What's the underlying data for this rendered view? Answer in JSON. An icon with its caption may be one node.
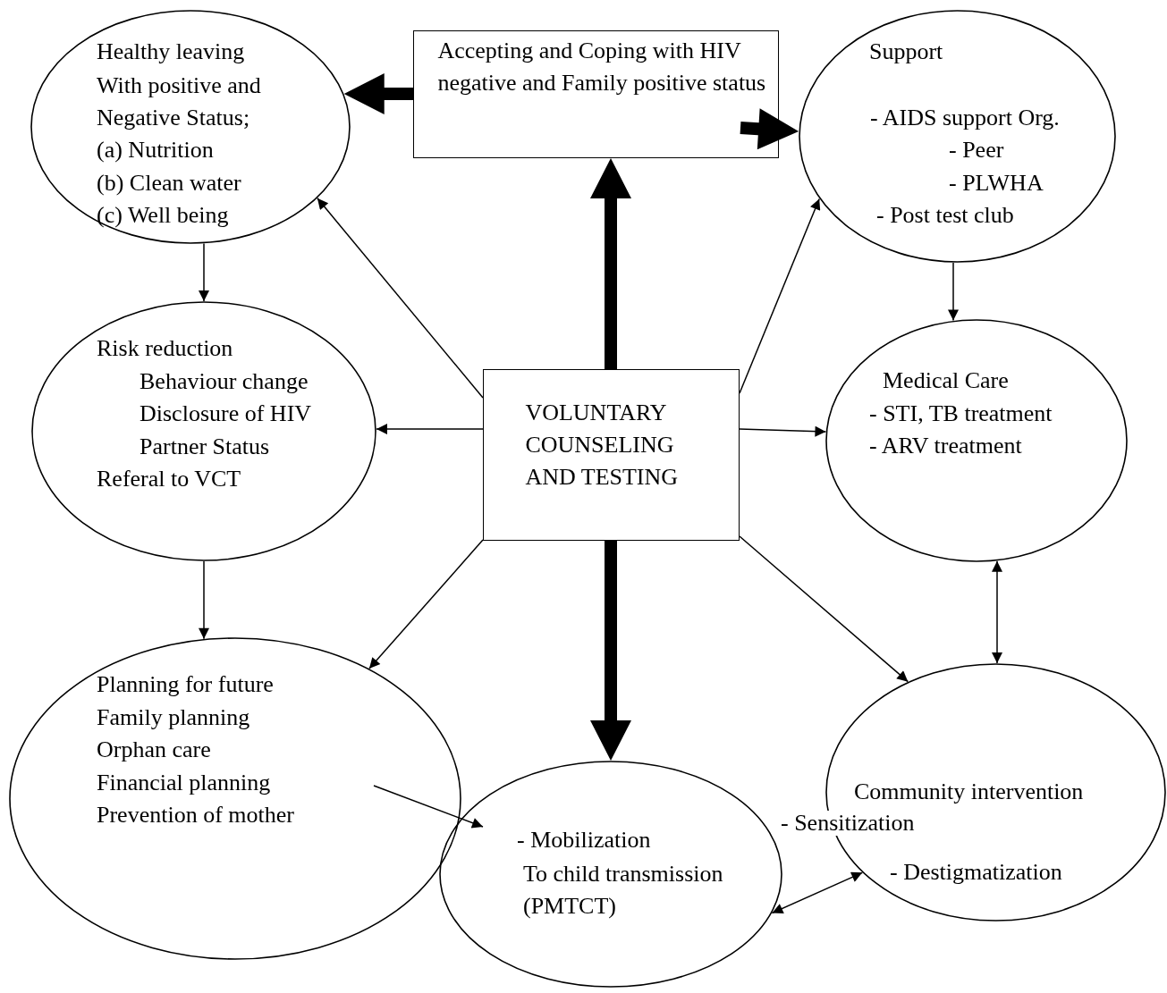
{
  "diagram": {
    "nodes": [
      {
        "text": [
          "Healthy leaving",
          "With positive and",
          "Negative Status;",
          "(a) Nutrition",
          "(b) Clean water",
          "(c) Well being"
        ]
      },
      {
        "text": [
          "Accepting and Coping with HIV negative and Family positive status"
        ]
      },
      {
        "text": [
          "Support",
          "- AIDS support Org.",
          "- Peer",
          "- PLWHA",
          "- Post test club"
        ]
      },
      {
        "text": [
          "Risk reduction",
          "Behaviour change",
          "Disclosure of HIV",
          "Partner Status",
          "Referal to VCT"
        ]
      },
      {
        "text": [
          "VOLUNTARY COUNSELING AND TESTING"
        ]
      },
      {
        "text": [
          "Medical Care",
          "- STI, TB treatment",
          "- ARV treatment"
        ]
      },
      {
        "text": [
          "Planning for future",
          "Family planning",
          "Orphan care",
          "Financial planning",
          "Prevention of mother"
        ]
      },
      {
        "text": [
          "- Mobilization",
          "To child transmission (PMTCT)"
        ]
      },
      {
        "text": [
          "Community intervention",
          "- Sensitization",
          "- Destigmatization"
        ]
      }
    ],
    "edges": [
      {
        "from": 1,
        "to": 0,
        "arrow": "to",
        "style": "thick"
      },
      {
        "from": 1,
        "to": 2,
        "arrow": "to",
        "style": "thick"
      },
      {
        "from": 4,
        "to": 1,
        "arrow": "to",
        "style": "thick"
      },
      {
        "from": 4,
        "to": 7,
        "arrow": "to",
        "style": "thick"
      },
      {
        "from": 4,
        "to": 0,
        "arrow": "to"
      },
      {
        "from": 4,
        "to": 2,
        "arrow": "to"
      },
      {
        "from": 4,
        "to": 3,
        "arrow": "to"
      },
      {
        "from": 4,
        "to": 5,
        "arrow": "to"
      },
      {
        "from": 4,
        "to": 6,
        "arrow": "to"
      },
      {
        "from": 4,
        "to": 8,
        "arrow": "to"
      },
      {
        "from": 0,
        "to": 3,
        "arrow": "to"
      },
      {
        "from": 2,
        "to": 5,
        "arrow": "to"
      },
      {
        "from": 3,
        "to": 6,
        "arrow": "to"
      },
      {
        "from": 6,
        "to": 7,
        "arrow": "to"
      },
      {
        "from": 5,
        "to": 8,
        "arrow": "both"
      },
      {
        "from": 7,
        "to": 8,
        "arrow": "both"
      }
    ]
  }
}
